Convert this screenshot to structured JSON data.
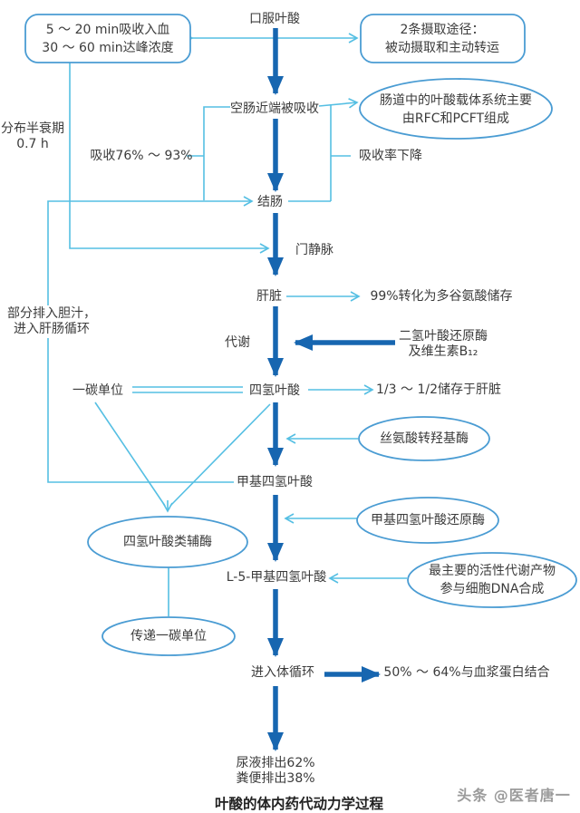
{
  "colors": {
    "thick_arrow": "#1766b0",
    "light_line": "#55bfe3",
    "shape_border": "#4a9cd3",
    "text": "#3b3b3b",
    "title_text": "#222222",
    "watermark_text": "#9b9b9b"
  },
  "nodes": {
    "oral_folate": "口服叶酸",
    "absorption_box": {
      "line1": "5 ～ 20 min吸收入血",
      "line2": "30 ～ 60 min达峰浓度"
    },
    "uptake_box": {
      "line1": "2条摄取途径：",
      "line2": "被动摄取和主动转运"
    },
    "jejunum": "空肠近端被吸收",
    "carrier_ellipse": {
      "line1": "肠道中的叶酸载体系统主要",
      "line2": "由RFC和PCFT组成"
    },
    "colon": "结肠",
    "portal_vein": "门静脉",
    "liver": "肝脏",
    "metabolism": "代谢",
    "thf": "四氢叶酸",
    "one_carbon_unit": "一碳单位",
    "methyl_thf": "甲基四氢叶酸",
    "l5_methyl_thf": "L-5-甲基四氢叶酸",
    "systemic_circulation": "进入体循环",
    "shmt_ellipse": "丝氨酸转羟基酶",
    "mthfr_ellipse": "甲基四氢叶酸还原酶",
    "thf_coenzyme_ellipse": "四氢叶酸类辅酶",
    "transfer_ellipse": "传递一碳单位",
    "active_metabolite_ellipse": {
      "line1": "最主要的活性代谢产物",
      "line2": "参与细胞DNA合成"
    }
  },
  "labels": {
    "half_life": {
      "line1": "分布半衰期",
      "line2": "0.7 h"
    },
    "absorb_rate": "吸收76% ～ 93%",
    "absorb_decline": "吸收率下降",
    "bile": {
      "line1": "部分排入胆汁，",
      "line2": "进入肝肠循环"
    },
    "polyglutamate": "99%转化为多谷氨酸储存",
    "dhfr": {
      "line1": "二氢叶酸还原酶",
      "line2": "及维生素B₁₂"
    },
    "liver_storage": "1/3 ～ 1/2储存于肝脏",
    "plasma_binding": "50% ～ 64%与血浆蛋白结合",
    "urine": "尿液排出62%",
    "feces": "粪便排出38%",
    "title": "叶酸的体内药代动力学过程",
    "watermark": "头条 @医者唐一"
  }
}
